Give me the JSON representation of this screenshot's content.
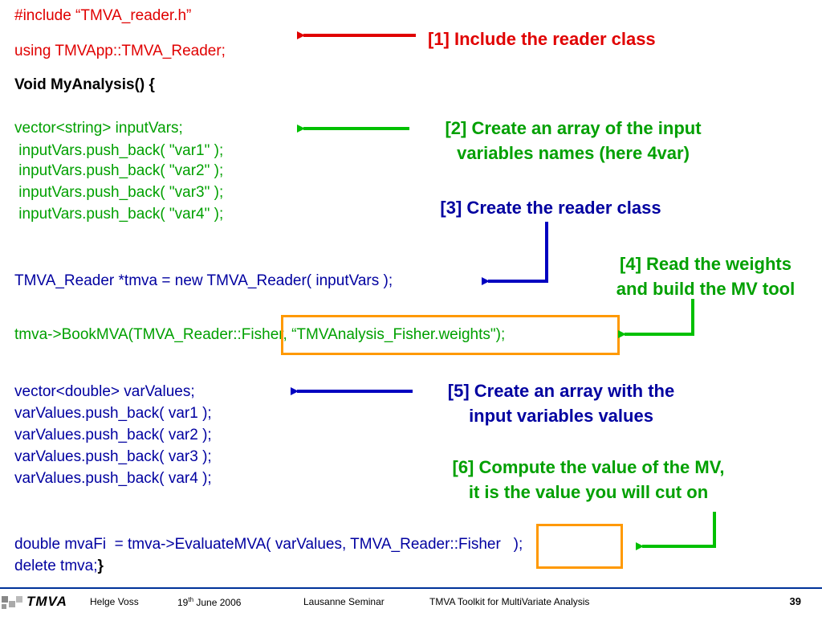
{
  "code": {
    "include": "#include “TMVA_reader.h”",
    "using": "using TMVApp::TMVA_Reader;",
    "func": "Void MyAnalysis() {",
    "input_decl": "vector<string> inputVars;",
    "push1": " inputVars.push_back( \"var1\" );",
    "push2": " inputVars.push_back( \"var2\" );",
    "push3": " inputVars.push_back( \"var3\" );",
    "push4": " inputVars.push_back( \"var4\" );",
    "reader": "TMVA_Reader *tmva = new TMVA_Reader( inputVars );",
    "book": "tmva->BookMVA(TMVA_Reader::Fisher, “TMVAnalysis_Fisher.weights\");",
    "values_decl": "vector<double> varValues;",
    "vpush1": "varValues.push_back( var1 );",
    "vpush2": "varValues.push_back( var2 );",
    "vpush3": "varValues.push_back( var3 );",
    "vpush4": "varValues.push_back( var4 );",
    "evaluate": "double mvaFi  = tmva->EvaluateMVA( varValues, TMVA_Reader::Fisher   );",
    "delete": "delete tmva;",
    "close_brace": "}"
  },
  "notes": {
    "n1": "[1] Include the reader class",
    "n2_l1": "[2] Create an array of the input",
    "n2_l2": "variables names (here 4var)",
    "n3": "[3] Create the reader class",
    "n4_l1": "[4] Read the weights",
    "n4_l2": "and build the MV tool",
    "n5_l1": "[5] Create an array with the",
    "n5_l2": "input variables values",
    "n6_l1": "[6] Compute the value of the MV,",
    "n6_l2": "it is the value you will cut on"
  },
  "footer": {
    "logo": "TMVA",
    "author": "Helge Voss",
    "date_day": "19",
    "date_sup": "th",
    "date_rest": " June 2006",
    "venue": "Lausanne Seminar",
    "title": "TMVA Toolkit for MultiVariate Analysis",
    "page": "39"
  },
  "colors": {
    "red": "#e00000",
    "green": "#00a000",
    "blue": "#0000a0",
    "orange": "#ff9900"
  }
}
